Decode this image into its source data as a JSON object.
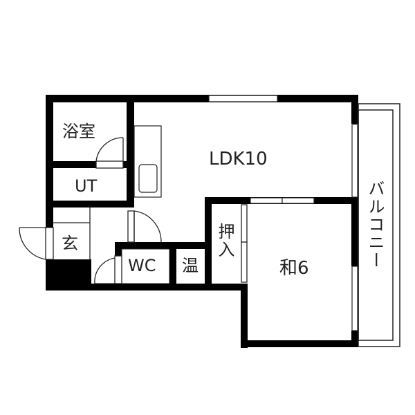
{
  "floorplan": {
    "colors": {
      "wall": "#000000",
      "line": "#222222",
      "background": "#ffffff",
      "text": "#222222"
    },
    "rooms": {
      "bath": {
        "label": "浴室"
      },
      "utility": {
        "label": "UT"
      },
      "entrance": {
        "label": "玄"
      },
      "toilet": {
        "label": "WC"
      },
      "water_heater": {
        "label": "温"
      },
      "ldk": {
        "label": "LDK10"
      },
      "closet": {
        "label": "押入"
      },
      "washitsu": {
        "label": "和6"
      },
      "balcony": {
        "label": "バルコニー"
      }
    }
  }
}
